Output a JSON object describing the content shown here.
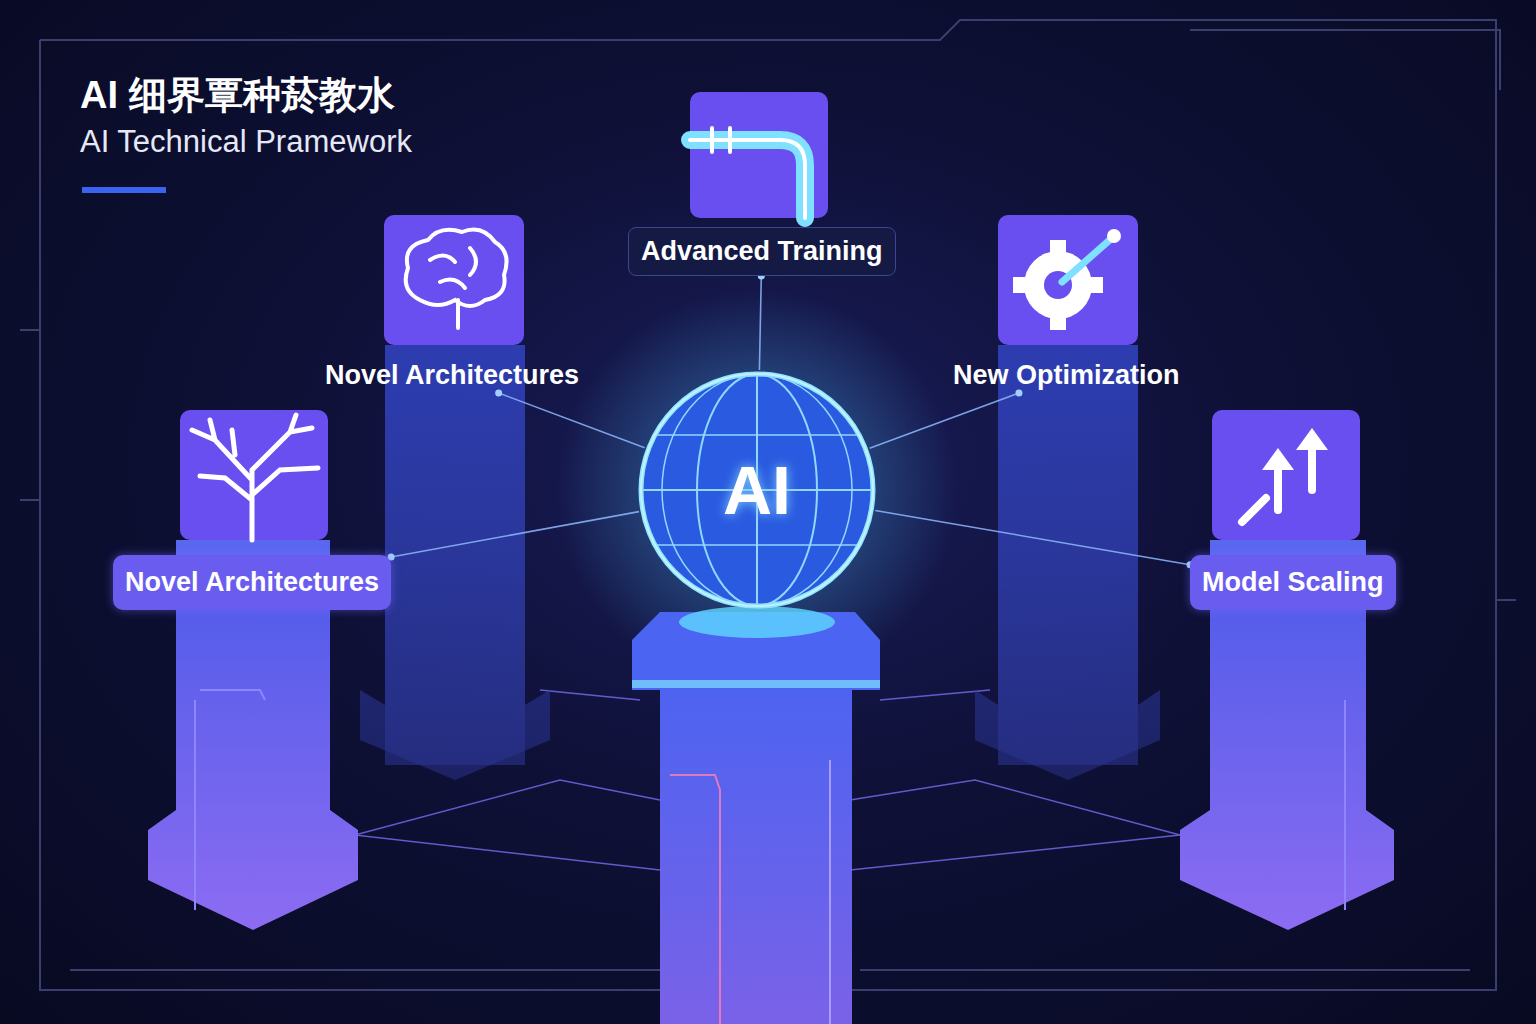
{
  "diagram": {
    "title": "AI 细界覃种菸教水",
    "nodes": [
      {
        "text": [
          "Advanced Training"
        ]
      },
      {
        "text": [
          "Novel Architectures"
        ]
      },
      {
        "text": [
          "New Optimization"
        ]
      },
      {
        "text": [
          "AI"
        ]
      },
      {
        "text": [
          "Novel Architectures"
        ]
      },
      {
        "text": [
          "Model Scaling"
        ]
      }
    ],
    "edges": [
      {
        "from": 3,
        "to": 0,
        "arrow": "none"
      },
      {
        "from": 3,
        "to": 1,
        "arrow": "none"
      },
      {
        "from": 3,
        "to": 2,
        "arrow": "none"
      },
      {
        "from": 3,
        "to": 4,
        "arrow": "none"
      },
      {
        "from": 3,
        "to": 5,
        "arrow": "none"
      }
    ],
    "labels": [
      "AI Technical Pramework"
    ]
  }
}
